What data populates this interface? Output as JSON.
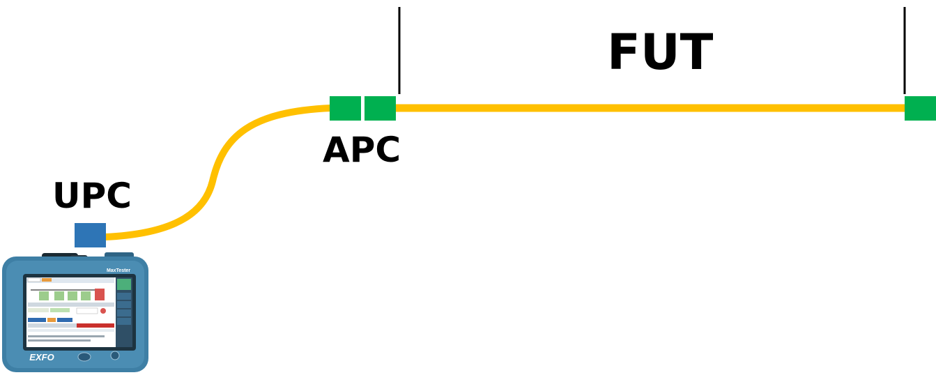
{
  "labels": {
    "fut": "FUT",
    "apc": "APC",
    "upc": "UPC"
  },
  "device": {
    "brand": "EXFO",
    "model": "MaxTester"
  },
  "colors": {
    "fiber": "#FFC000",
    "apc_connector": "#00B050",
    "upc_connector": "#2E75B6",
    "marker_line": "#000000",
    "device_body": "#3E7FA5",
    "device_screen": "#FFFFFF"
  }
}
